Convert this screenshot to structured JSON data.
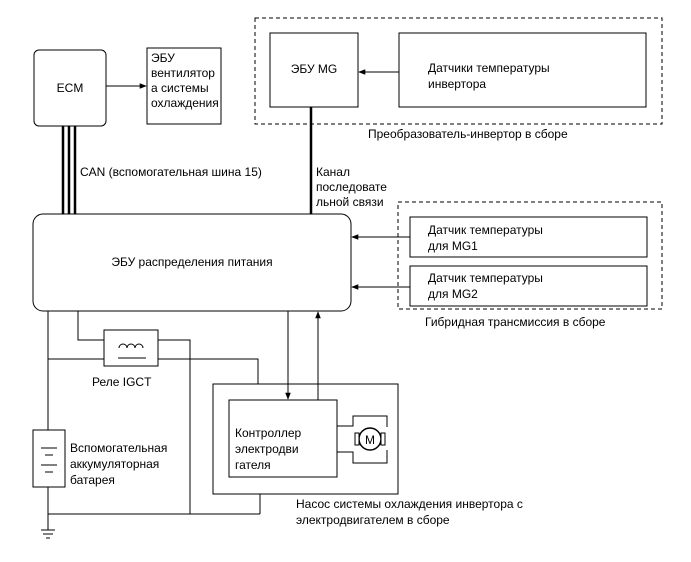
{
  "blocks": {
    "ecm": "ECM",
    "fan_ecu": [
      "ЭБУ",
      "вентилятор",
      "а системы",
      "охлаждения"
    ],
    "mg_ecu": "ЭБУ MG",
    "inverter_temp_sensors": [
      "Датчики температуры",
      "инвертора"
    ],
    "power_dist_ecu": "ЭБУ распределения питания",
    "mg1_sensor": [
      "Датчик температуры",
      "для MG1"
    ],
    "mg2_sensor": [
      "Датчик температуры",
      "для MG2"
    ],
    "igct_relay": "Реле IGCT",
    "aux_battery": [
      "Вспомогательная",
      "аккумуляторная",
      "батарея"
    ],
    "motor_controller": [
      "Контроллер",
      "электродви",
      "гателя"
    ],
    "motor_symbol": "M"
  },
  "groups": {
    "inverter_assembly": "Преобразователь-инвертор в сборе",
    "hybrid_transmission": "Гибридная трансмиссия в сборе",
    "pump_assembly": [
      "Насос системы охлаждения инвертора с",
      "электродвигателем в сборе"
    ]
  },
  "buses": {
    "can": "CAN (вспомогательная шина 15)",
    "serial": [
      "Канал",
      "последовате",
      "льной связи"
    ]
  }
}
